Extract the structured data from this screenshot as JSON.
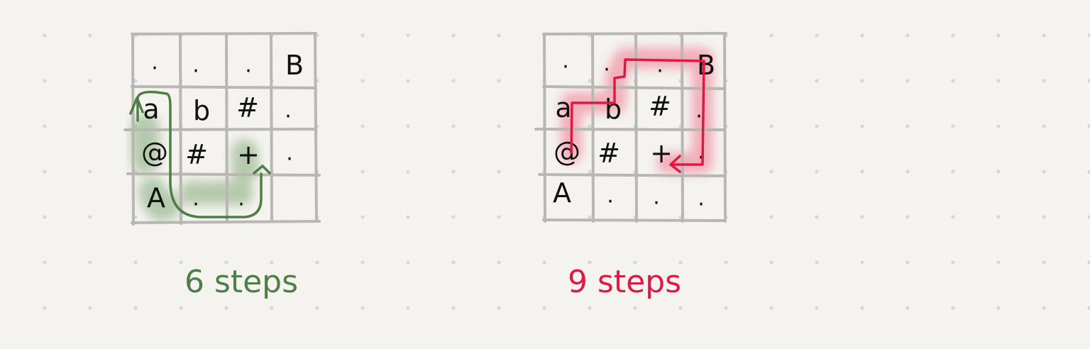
{
  "diagrams": [
    {
      "grid": [
        [
          ".",
          ".",
          ".",
          "B"
        ],
        [
          "a",
          "b",
          "#",
          "."
        ],
        [
          "@",
          "#",
          "+",
          "."
        ],
        [
          "A",
          ".",
          ".",
          ""
        ]
      ],
      "caption": "6 steps",
      "color": "#4e7e46",
      "highlight": "#6a9a5f"
    },
    {
      "grid": [
        [
          ".",
          ".",
          ".",
          "B"
        ],
        [
          "a",
          "b",
          "#",
          "."
        ],
        [
          "@",
          "#",
          "+",
          "."
        ],
        [
          "A",
          ".",
          ".",
          "."
        ]
      ],
      "caption": "9 steps",
      "color": "#e01942",
      "highlight": "#f06a85"
    }
  ]
}
